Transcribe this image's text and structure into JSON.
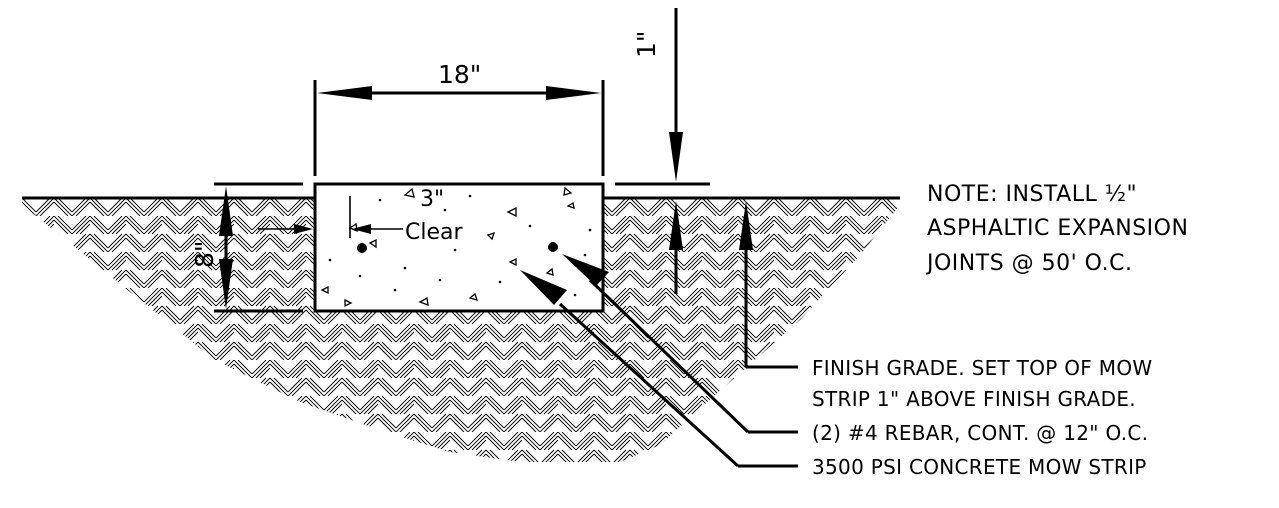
{
  "dimensions": {
    "width": "18\"",
    "height": "8\"",
    "clearance_value": "3\"",
    "clearance_label": "Clear",
    "offset": "1\""
  },
  "note": {
    "lines": [
      "NOTE:  INSTALL ½\"",
      "ASPHALTIC EXPANSION",
      "JOINTS @ 50' O.C."
    ]
  },
  "callouts": [
    "FINISH GRADE.  SET TOP OF MOW",
    "STRIP 1\" ABOVE FINISH GRADE.",
    "(2) #4 REBAR, CONT. @ 12\" O.C.",
    "3500 PSI CONCRETE MOW STRIP"
  ]
}
